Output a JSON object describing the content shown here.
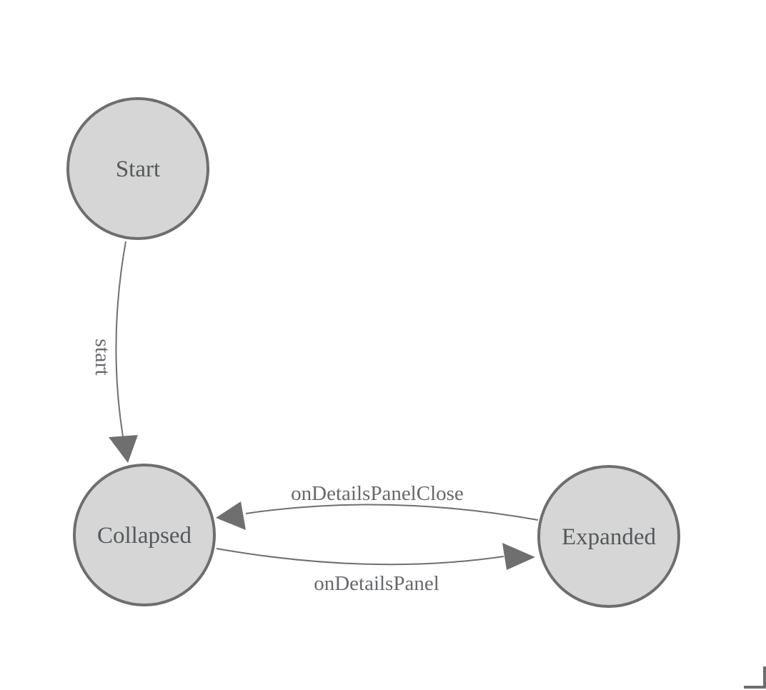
{
  "colors": {
    "background": "#ffffff",
    "node_fill": "#d6d6d6",
    "node_stroke": "#6e6e6e",
    "edge_stroke": "#6f6f6f",
    "node_text": "#55595c",
    "edge_text": "#66696c"
  },
  "nodes": [
    {
      "id": "start",
      "label": "Start"
    },
    {
      "id": "collapsed",
      "label": "Collapsed"
    },
    {
      "id": "expanded",
      "label": "Expanded"
    }
  ],
  "edges": [
    {
      "from": "Start",
      "to": "Collapsed",
      "label": "start"
    },
    {
      "from": "Expanded",
      "to": "Collapsed",
      "label": "onDetailsPanelClose"
    },
    {
      "from": "Collapsed",
      "to": "Expanded",
      "label": "onDetailsPanel"
    }
  ]
}
